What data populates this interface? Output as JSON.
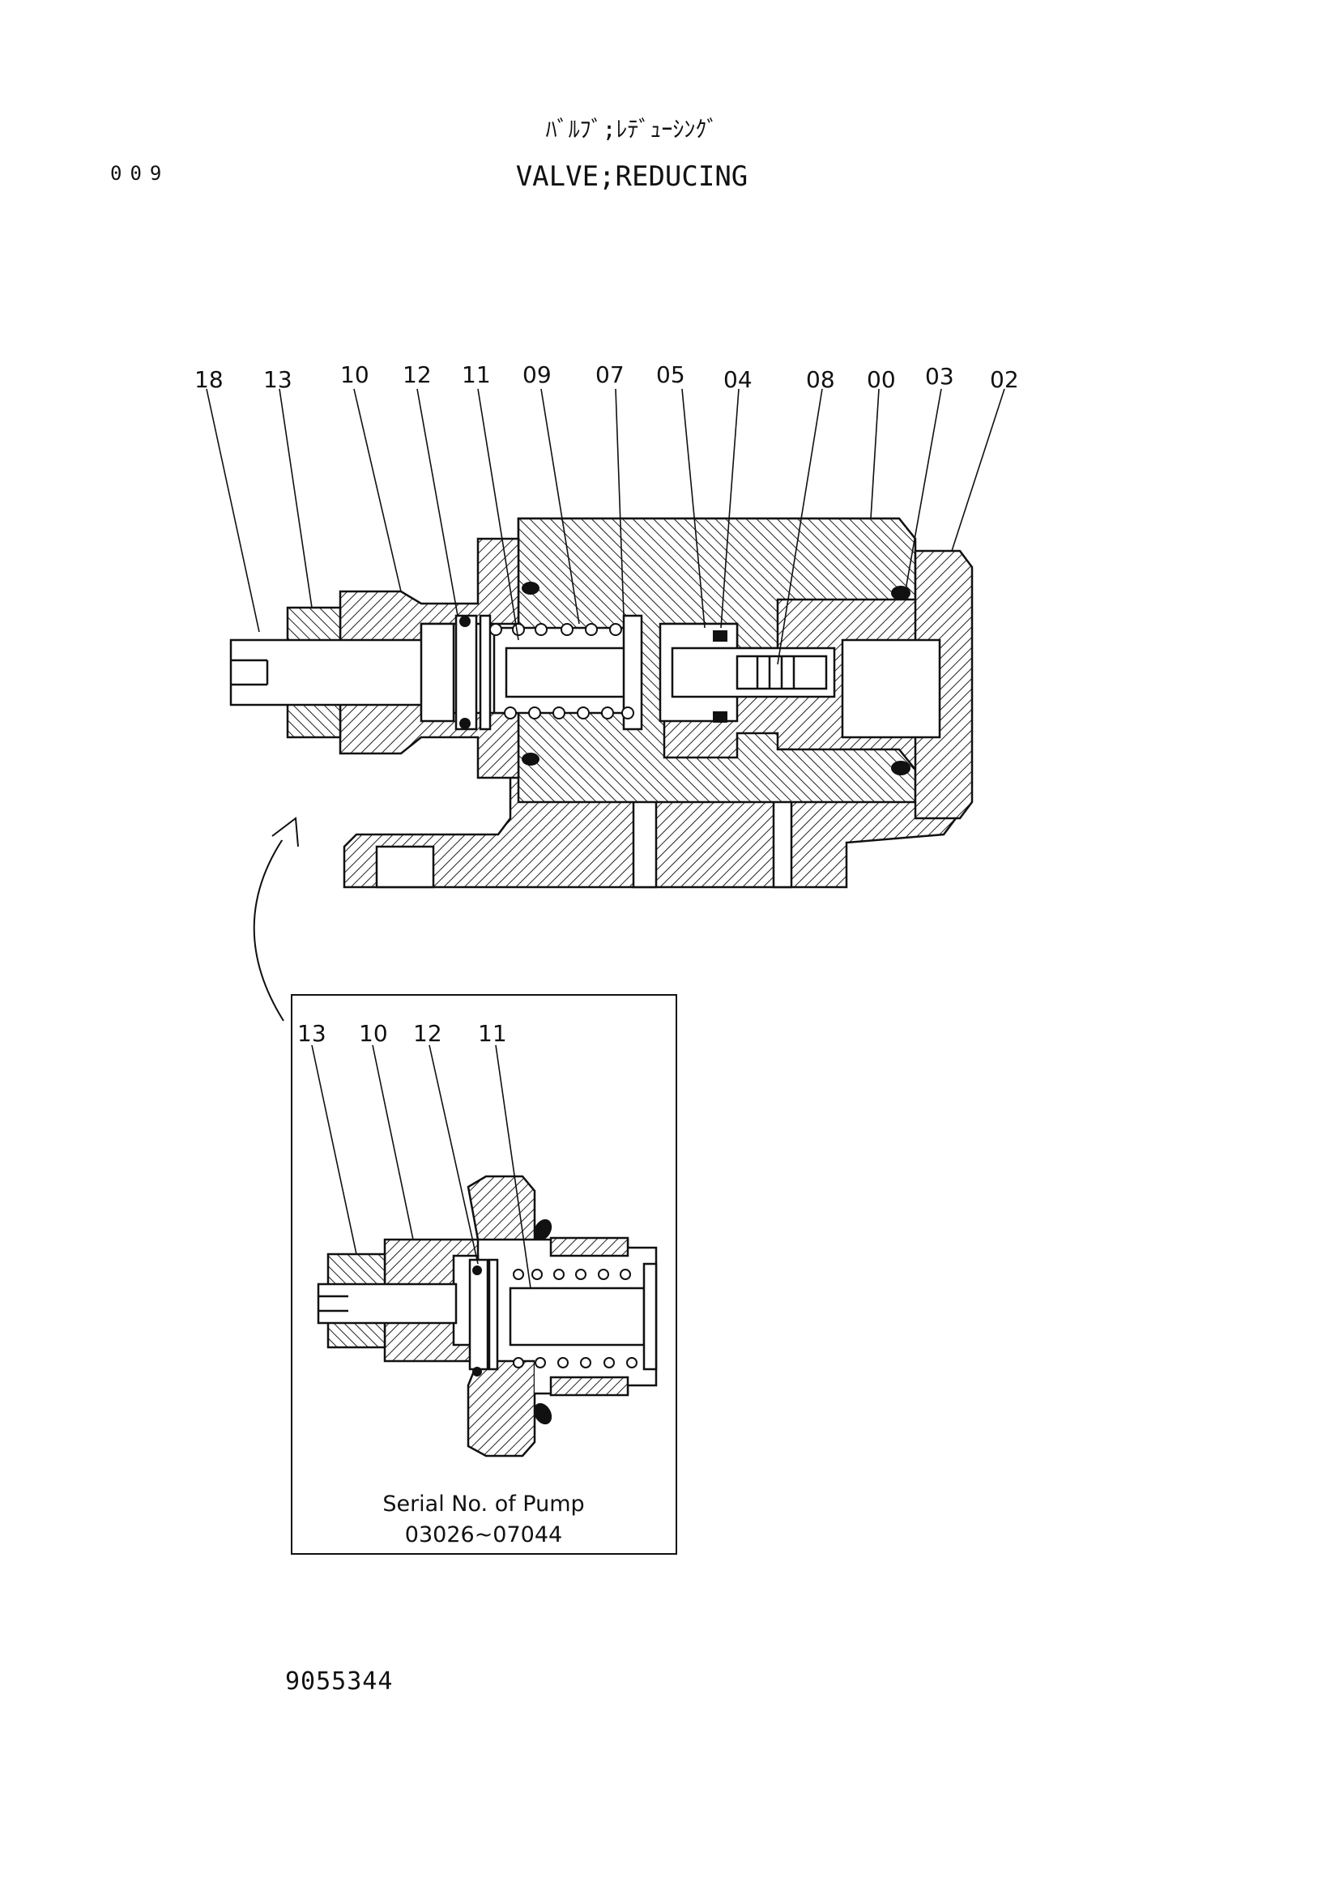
{
  "page_number": "009",
  "title_jp": "ﾊﾞﾙﾌﾞ;ﾚﾃﾞｭｰｼﾝｸﾞ",
  "title_en": "VALVE;REDUCING",
  "main_callouts": [
    "18",
    "13",
    "10",
    "12",
    "11",
    "09",
    "07",
    "05",
    "04",
    "08",
    "00",
    "03",
    "02"
  ],
  "inset_callouts": [
    "13",
    "10",
    "12",
    "11"
  ],
  "inset_note": {
    "line1": "Serial No. of Pump",
    "line2": "03026~07044"
  },
  "document_number": "9055344"
}
